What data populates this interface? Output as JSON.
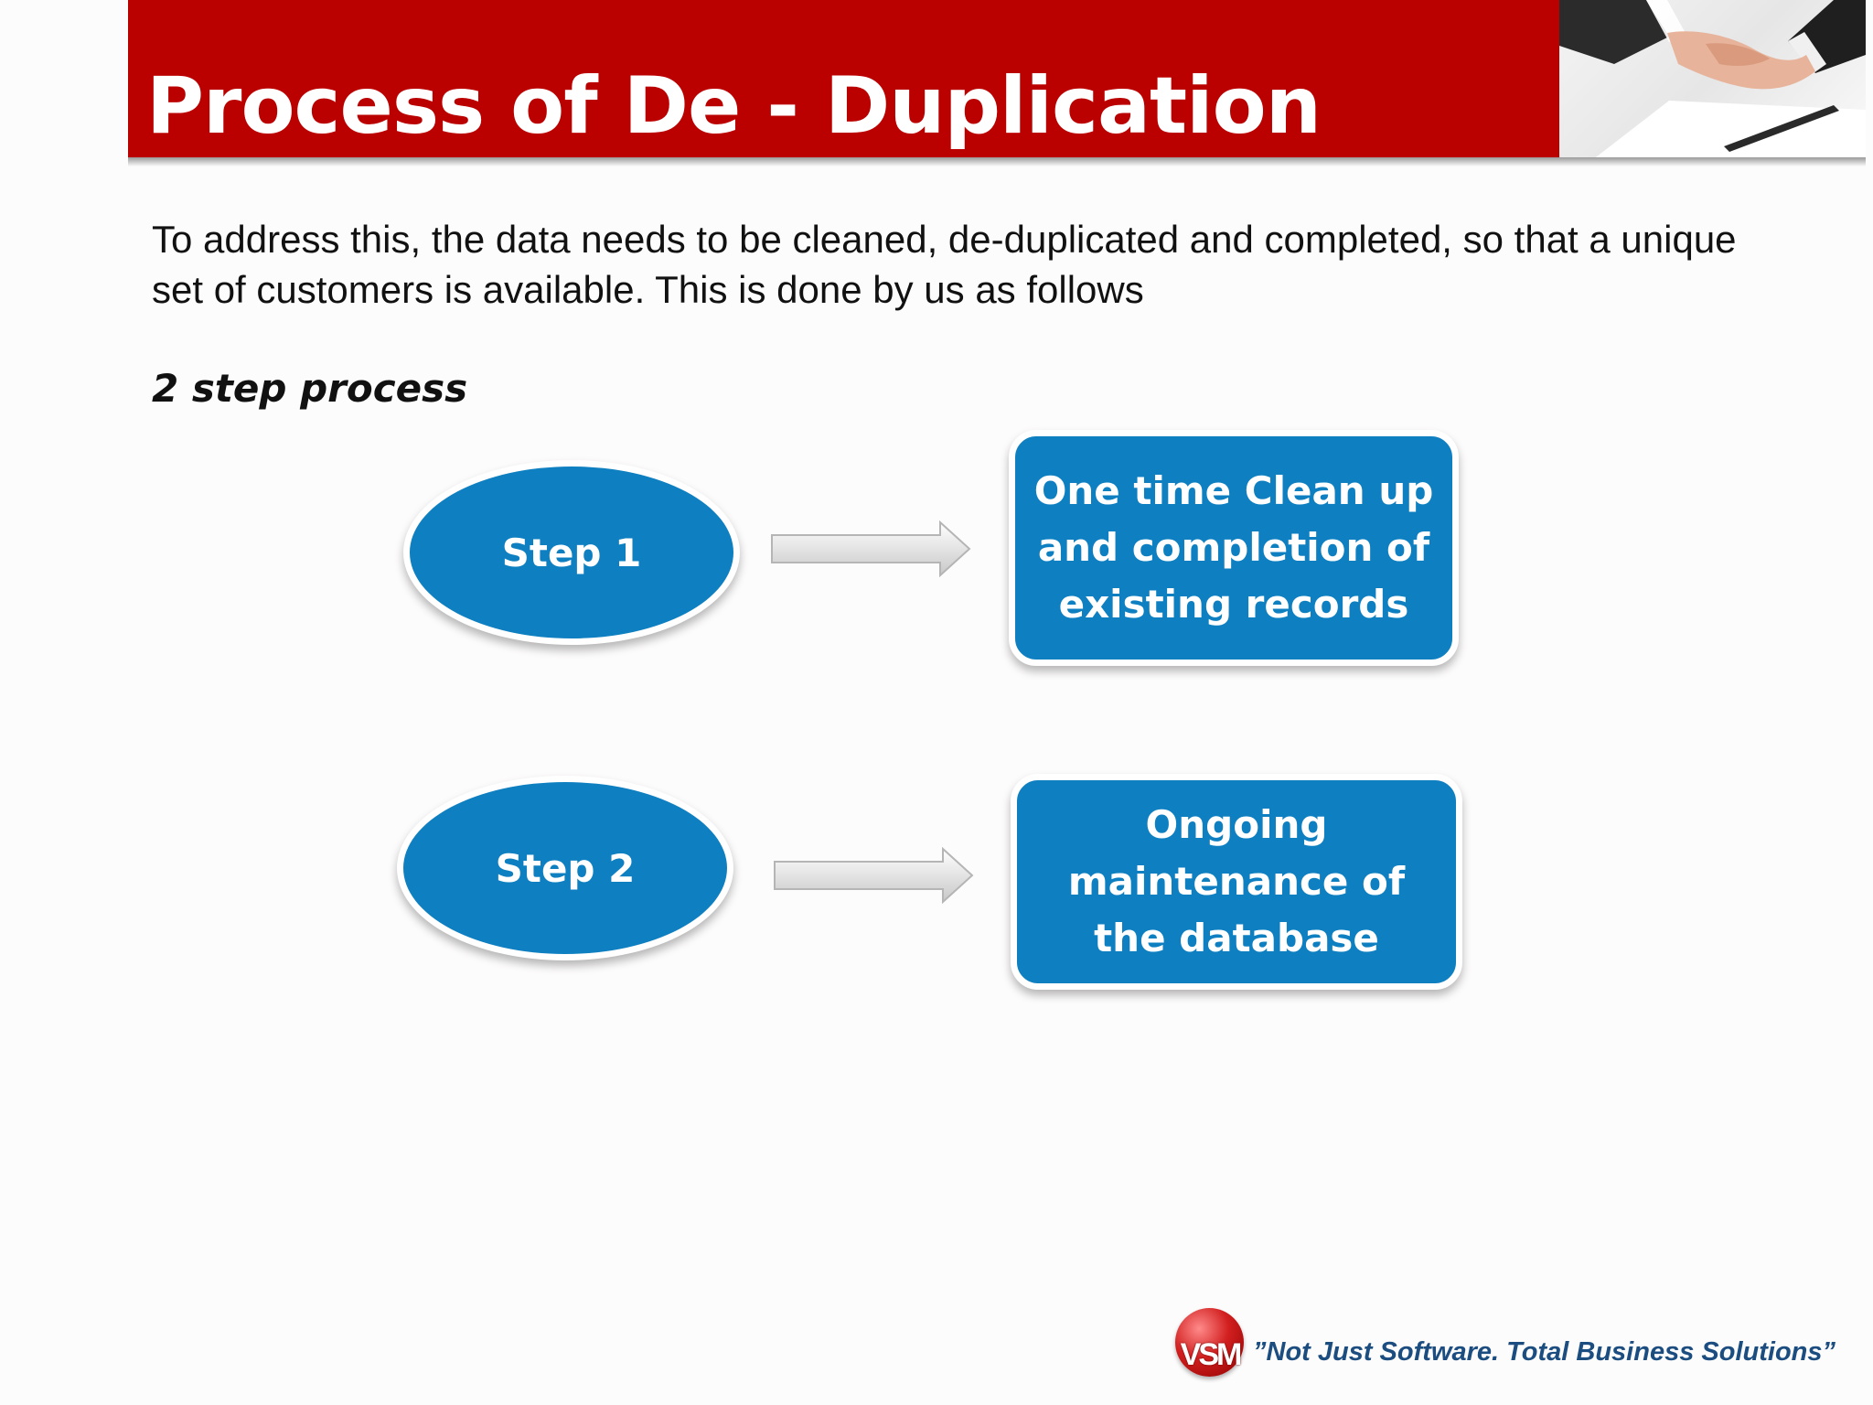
{
  "header": {
    "title": "Process of De - Duplication"
  },
  "intro": {
    "text": "To address this, the data needs to be cleaned, de-duplicated and completed, so that a unique set of customers is available. This is done by us as follows"
  },
  "subheading": "2 step process",
  "steps": [
    {
      "label": "Step 1",
      "description": "One time Clean up and completion of existing records"
    },
    {
      "label": "Step 2",
      "description": "Ongoing maintenance of the database"
    }
  ],
  "footer": {
    "logo_text": "VSM",
    "tagline": "”Not Just Software. Total Business Solutions”"
  },
  "colors": {
    "header_red": "#bb0000",
    "shape_blue": "#0e7fc0",
    "tagline_blue": "#1b4d80"
  }
}
